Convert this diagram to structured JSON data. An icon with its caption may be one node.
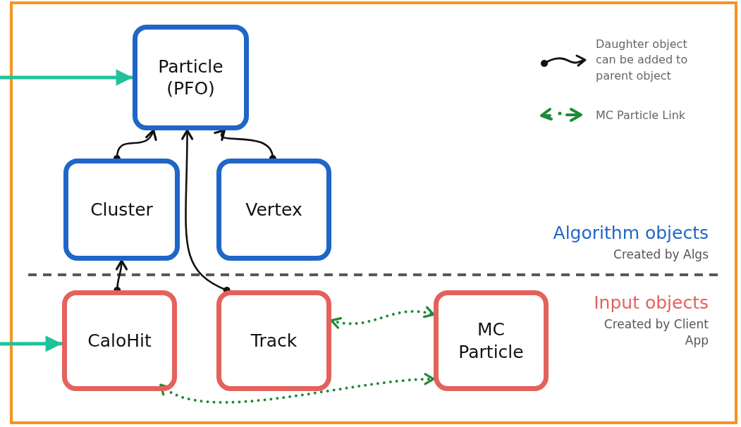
{
  "diagram": {
    "nodes": [
      {
        "text": [
          "Particle (PFO)"
        ]
      },
      {
        "text": [
          "Cluster"
        ]
      },
      {
        "text": [
          "Vertex"
        ]
      },
      {
        "text": [
          "CaloHit"
        ]
      },
      {
        "text": [
          "Track"
        ]
      },
      {
        "text": [
          "MC Particle"
        ]
      }
    ],
    "edges": [
      {
        "from": 1,
        "to": 0,
        "arrow": "to"
      },
      {
        "from": 2,
        "to": 0,
        "arrow": "to"
      },
      {
        "from": 4,
        "to": 0,
        "arrow": "to"
      },
      {
        "from": 3,
        "to": 1,
        "arrow": "to"
      },
      {
        "from": 4,
        "to": 5,
        "arrow": "both",
        "style": "dashed",
        "color": "#1e8a3a"
      },
      {
        "from": 3,
        "to": 5,
        "arrow": "both",
        "style": "dashed",
        "color": "#1e8a3a"
      },
      {
        "from": null,
        "to": 0,
        "arrow": "to",
        "style": "thick",
        "color": "#1fc29a"
      },
      {
        "from": null,
        "to": 3,
        "arrow": "to",
        "style": "thick",
        "color": "#1fc29a"
      }
    ],
    "labels": [
      "Algorithm objects",
      "Created by Algs",
      "Input objects",
      "Created by Client App"
    ],
    "legend": [
      {
        "text": "Daughter object can be added to parent object"
      },
      {
        "text": "MC Particle Link"
      }
    ]
  }
}
